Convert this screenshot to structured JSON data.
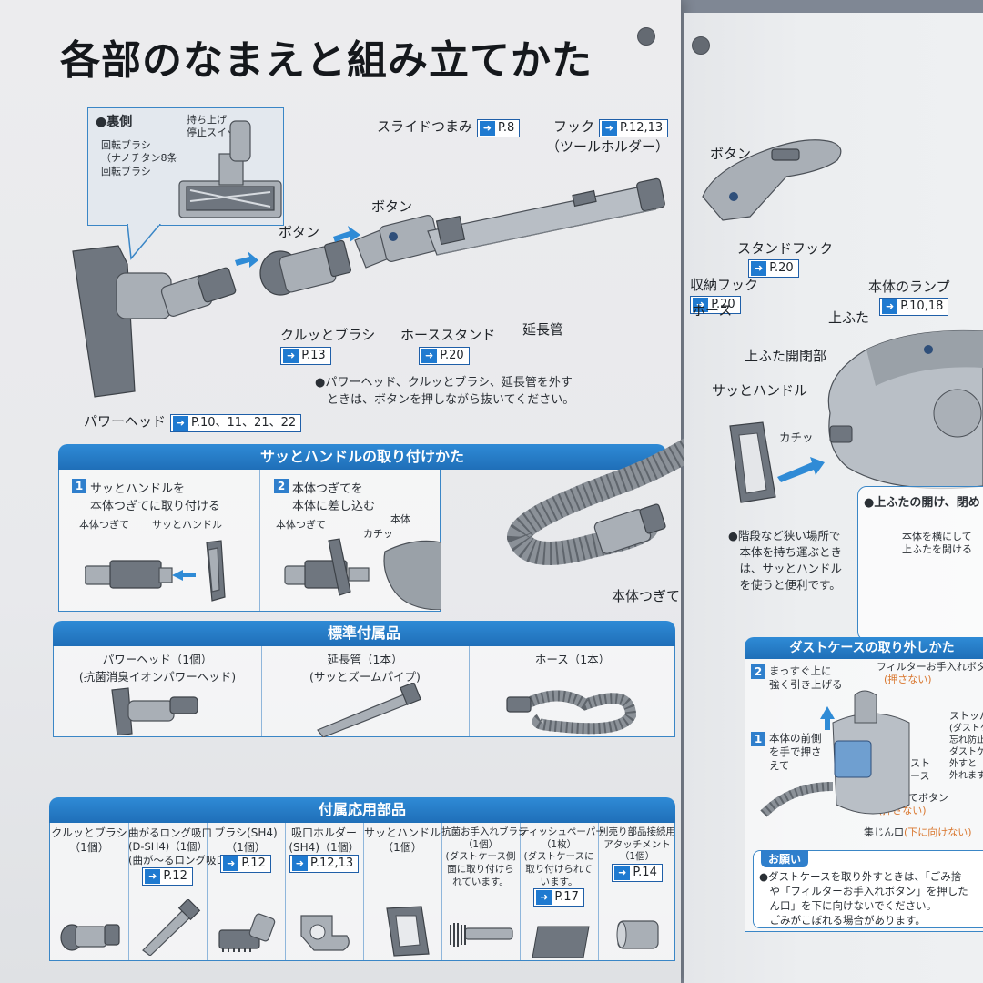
{
  "title": "各部のなまえと組み立てかた",
  "back_view": {
    "heading": "●裏側",
    "lift_switch": "持ち上げ\n停止スイッチ",
    "brush": "回転ブラシ\n（ナノチタン8条\n回転ブラシ"
  },
  "parts": {
    "slide_knob": "スライドつまみ",
    "slide_knob_ref": "P.8",
    "hook": "フック",
    "hook_ref": "P.12,13",
    "tool_holder": "（ツールホルダー）",
    "button_main": "ボタン",
    "button_left": "ボタン",
    "button_right": "ボタン",
    "stand_hook": "スタンドフック",
    "stand_hook_ref": "P.20",
    "storage_hook": "収納フック",
    "storage_hook_ref": "P.20",
    "hose": "ホース",
    "body_lamp": "本体のランプ",
    "body_lamp_ref": "P.10,18",
    "top_cover": "上ふた",
    "top_cover_open": "上ふた開閉部",
    "handle": "サッとハンドル",
    "click": "カチッ",
    "brush": "クルッとブラシ",
    "brush_ref": "P.13",
    "hose_stand": "ホーススタンド",
    "hose_stand_ref": "P.20",
    "extension_pipe": "延長管",
    "power_head": "パワーヘッド",
    "power_head_ref": "P.10、11、21、22",
    "body_joint": "本体つぎて"
  },
  "notes": {
    "remove": "●パワーヘッド、クルッとブラシ、延長管を外す\n　ときは、ボタンを押しながら抜いてください。",
    "handle_tip": "●階段など狭い場所で\n　本体を持ち運ぶとき\n　は、サッとハンドル\n　を使うと便利です。"
  },
  "handle_section": {
    "banner": "サッとハンドルの取り付けかた",
    "step1_num": "1",
    "step1": "サッとハンドルを\n本体つぎてに取り付ける",
    "step1_joint": "本体つぎて",
    "step1_handle": "サッとハンドル",
    "step2_num": "2",
    "step2": "本体つぎてを\n本体に差し込む",
    "step2_joint": "本体つぎて",
    "step2_body": "本体",
    "step2_click": "カチッ"
  },
  "standard": {
    "banner": "標準付属品",
    "items": [
      {
        "name": "パワーヘッド（1個）",
        "sub": "(抗菌消臭イオンパワーヘッド)"
      },
      {
        "name": "延長管（1本）",
        "sub": "(サッとズームパイプ)"
      },
      {
        "name": "ホース（1本）",
        "sub": ""
      }
    ]
  },
  "optional": {
    "banner": "付属応用部品",
    "items": [
      {
        "name": "クルッとブラシ\n（1個）",
        "ref": ""
      },
      {
        "name": "曲がるロング吸口\n(D-SH4)（1個）\n(曲が～るロング吸口)",
        "ref": "P.12"
      },
      {
        "name": "ブラシ(SH4)\n（1個）",
        "ref": "P.12"
      },
      {
        "name": "吸口ホルダー\n(SH4)（1個）",
        "ref": "P.12,13"
      },
      {
        "name": "サッとハンドル\n（1個）",
        "ref": ""
      },
      {
        "name": "抗菌お手入れブラシ\n（1個）\n(ダストケース側\n面に取り付けら\nれています。",
        "ref": ""
      },
      {
        "name": "ティッシュペーパー\n（1枚）\n(ダストケースに\n取り付けられて\nいます。",
        "ref": "P.17"
      },
      {
        "name": "別売り部品接続用\nアタッチメント\n（1個）",
        "ref": "P.14"
      }
    ]
  },
  "right_page": {
    "top_open_heading": "●上ふたの開け、閉め",
    "top_open_text": "本体を横にして\n上ふたを開ける",
    "dust_banner": "ダストケースの取り外しかた",
    "step2_num": "2",
    "step2": "まっすぐ上に\n強く引き上げる",
    "step1_num": "1",
    "step1": "本体の前側\nを手で押さ\nえて",
    "filter_btn": "フィルターお手入れボタ",
    "filter_btn_sub": "(押さない)",
    "dust_case": "ダスト\nケース",
    "dust_btn": "ごみ捨てボタン",
    "dust_btn_sub": "(押さない)",
    "collector": "集じん口",
    "collector_sub": "(下に向けない)",
    "stopper": "ストッパ",
    "stopper_sub": "(ダストケ\n忘れ防止\nダストケ\n外すと\n外れます",
    "request_heading": "お願い",
    "request_text": "●ダストケースを取り外すときは、「ごみ捨\n　や「フィルターお手入れボタン」を押した\n　ん口」を下に向けないでください。\n　ごみがこぼれる場合があります。"
  },
  "arrow_glyph": "➜"
}
